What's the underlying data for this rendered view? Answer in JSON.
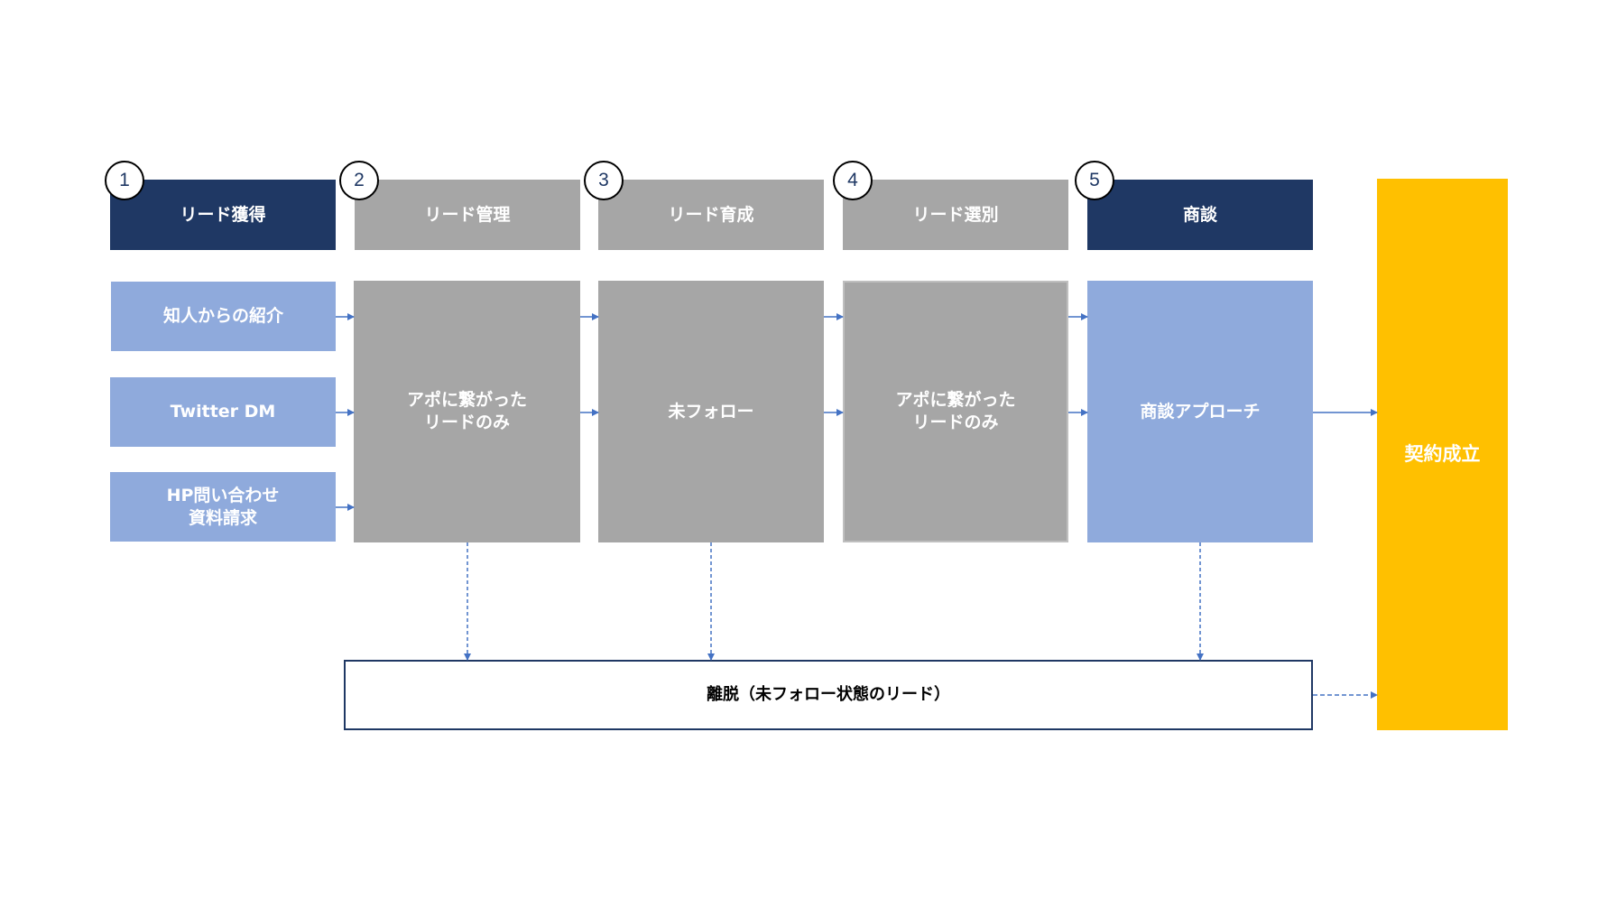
{
  "colors": {
    "navy": "#1f3864",
    "gray": "#a6a6a6",
    "light_blue": "#8faadc",
    "gold": "#ffc000",
    "arrow": "#4472c4"
  },
  "steps": [
    {
      "number": "1",
      "label": "リード獲得"
    },
    {
      "number": "2",
      "label": "リード管理"
    },
    {
      "number": "3",
      "label": "リード育成"
    },
    {
      "number": "4",
      "label": "リード選別"
    },
    {
      "number": "5",
      "label": "商談"
    }
  ],
  "sources": [
    "知人からの紹介",
    "Twitter DM",
    "HP問い合わせ\n資料請求"
  ],
  "stages": {
    "lead_management": "アポに繋がった\nリードのみ",
    "lead_nurturing": "未フォロー",
    "lead_selection": "アポに繋がった\nリードのみ",
    "negotiation": "商談アプローチ"
  },
  "contract": "契約成立",
  "churn": "離脱（未フォロー状態のリード）"
}
